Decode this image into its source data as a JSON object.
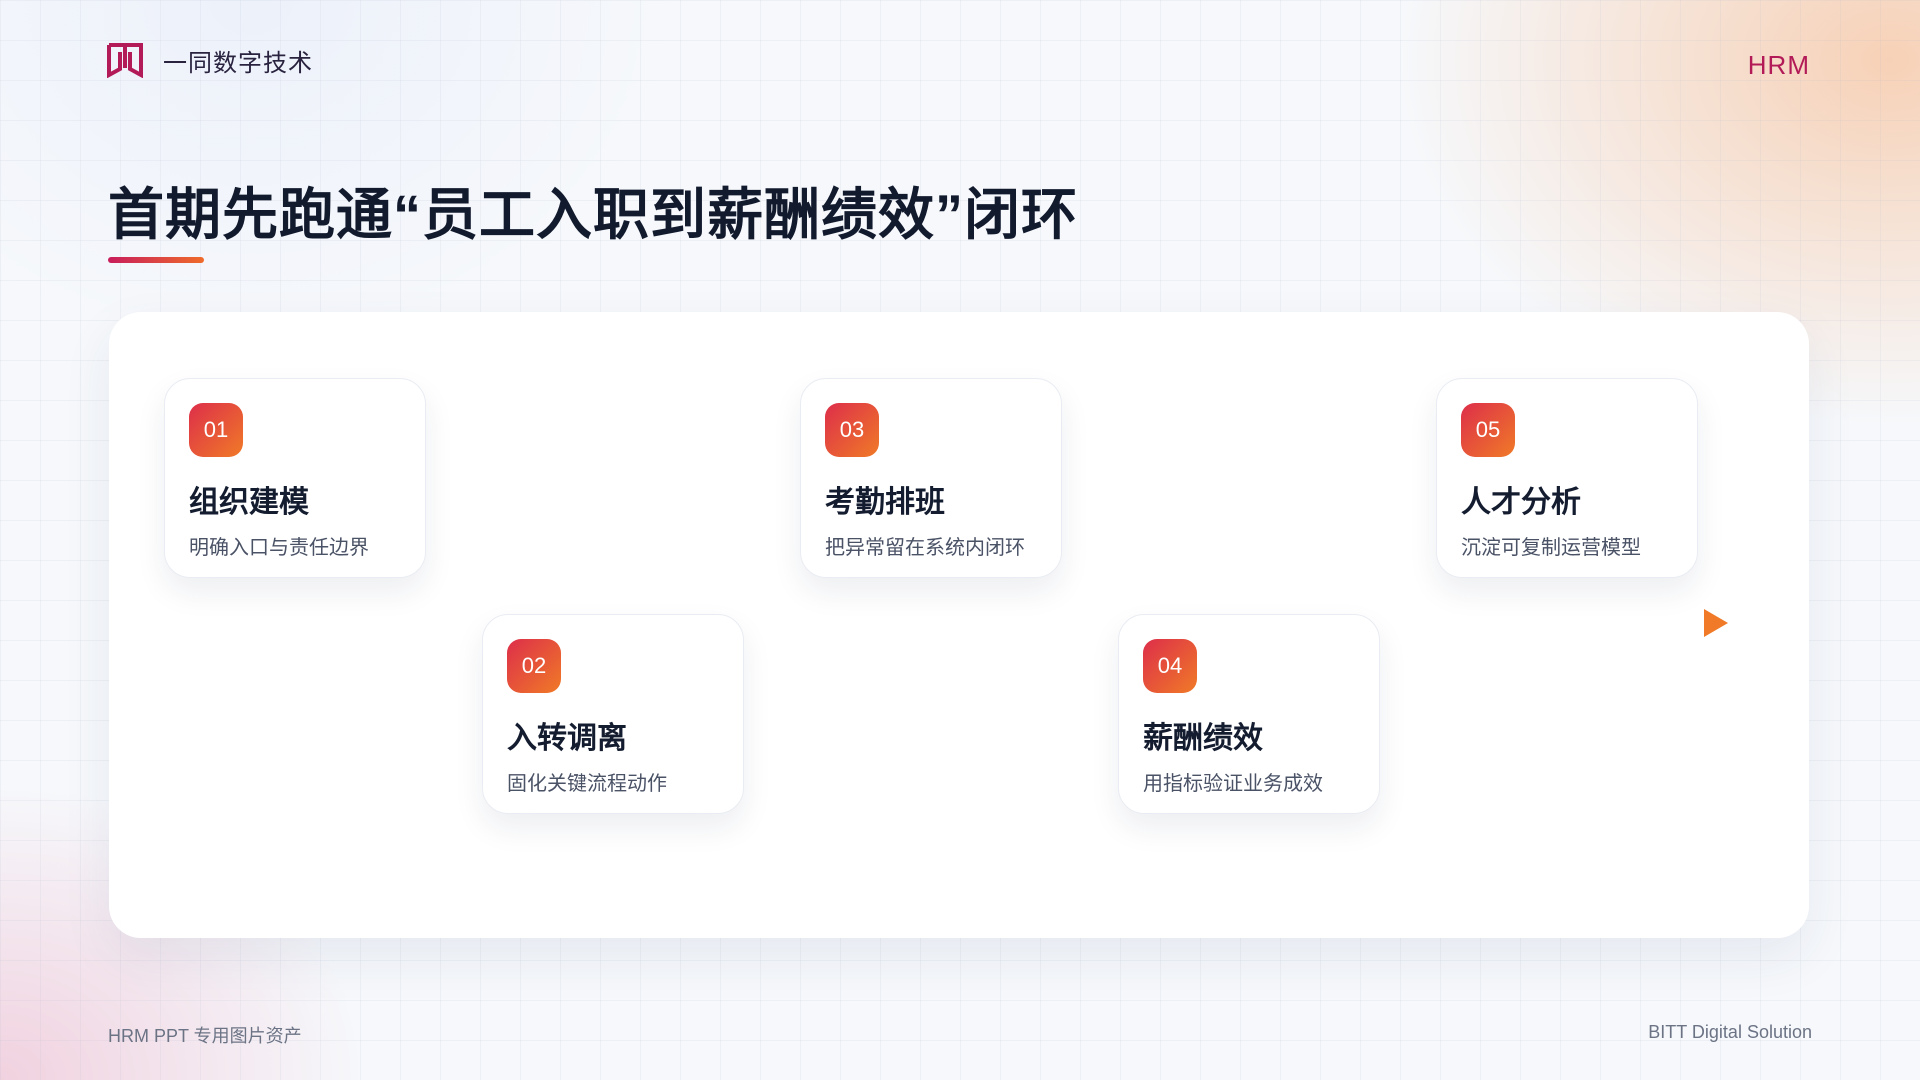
{
  "header": {
    "brand": "一同数字技术",
    "tag": "HRM"
  },
  "title": "首期先跑通“员工入职到薪酬绩效”闭环",
  "colors": {
    "accent_start": "#c81d5c",
    "accent_end": "#ef6b2a",
    "brand_magenta": "#b21b57",
    "title_text": "#121a2e"
  },
  "steps": [
    {
      "num": "01",
      "title": "组织建模",
      "desc": "明确入口与责任边界"
    },
    {
      "num": "02",
      "title": "入转调离",
      "desc": "固化关键流程动作"
    },
    {
      "num": "03",
      "title": "考勤排班",
      "desc": "把异常留在系统内闭环"
    },
    {
      "num": "04",
      "title": "薪酬绩效",
      "desc": "用指标验证业务成效"
    },
    {
      "num": "05",
      "title": "人才分析",
      "desc": "沉淀可复制运营模型"
    }
  ],
  "footer": {
    "left": "HRM PPT 专用图片资产",
    "right": "BITT Digital Solution"
  }
}
